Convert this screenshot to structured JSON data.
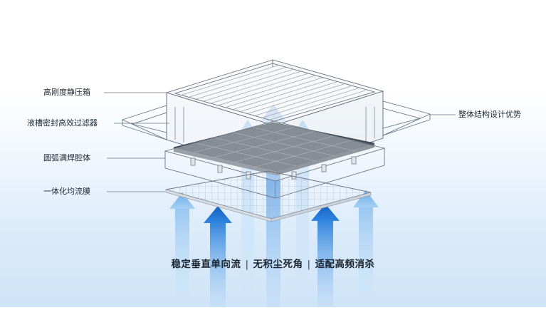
{
  "labels": {
    "static_box": "高刚度静压箱",
    "trough_filter": "液槽密封高效过滤器",
    "welded_cavity": "圆弧满焊腔体",
    "diffuser_membrane": "一体化均流膜",
    "structure_advantage": "整体结构设计优势"
  },
  "caption": {
    "part1": "稳定垂直单向流",
    "part2": "无积尘死角",
    "part3": "适配高频消杀",
    "separator": "|"
  },
  "colors": {
    "arrow_dark": "#1d6fd1",
    "arrow_light": "#8ec3f2",
    "line": "#6b7380"
  }
}
